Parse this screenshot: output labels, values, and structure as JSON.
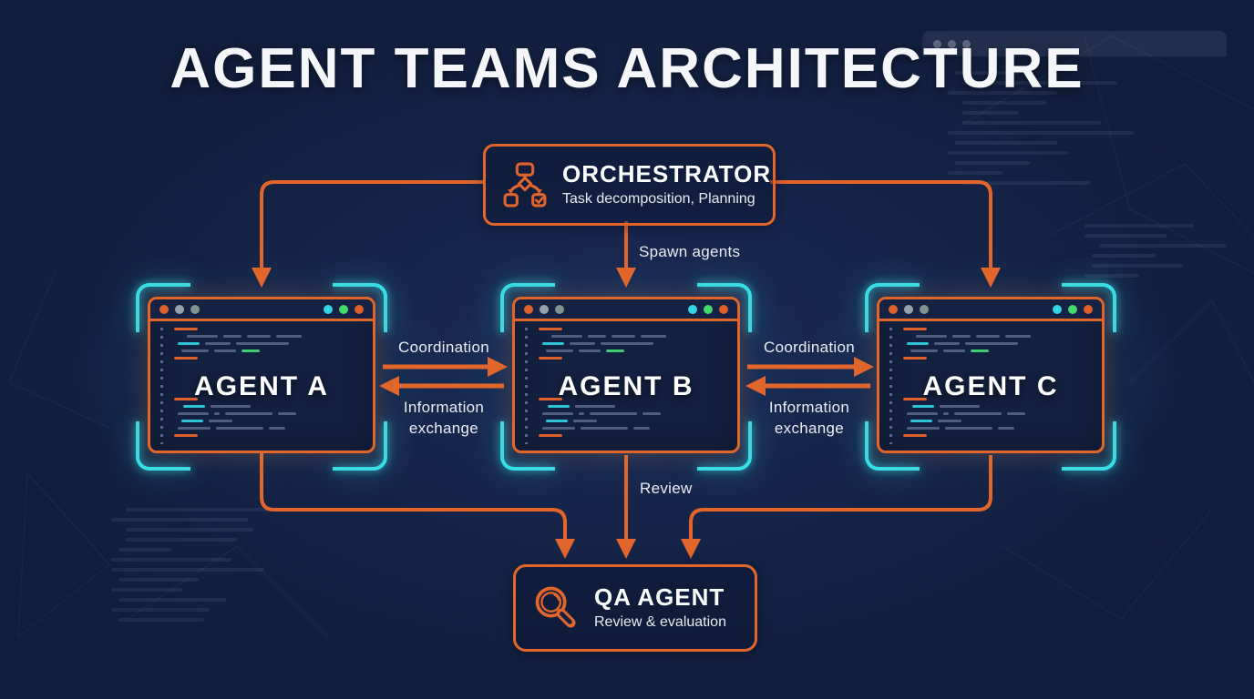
{
  "title": "AGENT TEAMS ARCHITECTURE",
  "orchestrator": {
    "name": "ORCHESTRATOR",
    "subtitle": "Task decomposition, Planning",
    "icon": "flowchart-icon"
  },
  "edges": {
    "spawn": "Spawn agents",
    "coordination": "Coordination",
    "information": "Information exchange",
    "review": "Review"
  },
  "agents": [
    {
      "name": "AGENT A"
    },
    {
      "name": "AGENT B"
    },
    {
      "name": "AGENT C"
    }
  ],
  "qa": {
    "name": "QA AGENT",
    "subtitle": "Review & evaluation",
    "icon": "magnifier-icon"
  },
  "colors": {
    "background": "#111E3C",
    "accent_orange": "#E2662C",
    "accent_cyan": "#37DFE8",
    "panel_fill": "#13203F",
    "text": "#EEF1F6",
    "code": {
      "o": "#DD5F2B",
      "g": "#4E5E7C",
      "c": "#2EC4D6",
      "n": "#3ECC6E"
    },
    "titlebar_dots_left": [
      "#DD5F2B",
      "#93A3A9",
      "#7E948C"
    ],
    "titlebar_dots_right": [
      "#35D5E5",
      "#43D96C",
      "#DD5F2B"
    ]
  },
  "window": {
    "code_top": [
      {
        "i": 0,
        "s": [
          [
            "o",
            26
          ]
        ]
      },
      {
        "i": 14,
        "s": [
          [
            "g",
            34
          ],
          [
            "g",
            20
          ],
          [
            "g",
            26
          ],
          [
            "g",
            28
          ]
        ]
      },
      {
        "i": 4,
        "s": [
          [
            "c",
            24
          ],
          [
            "g",
            28
          ],
          [
            "g",
            58
          ]
        ]
      },
      {
        "i": 8,
        "s": [
          [
            "g",
            30
          ],
          [
            "g",
            24
          ],
          [
            "n",
            20
          ]
        ]
      },
      {
        "i": 0,
        "s": [
          [
            "o",
            26
          ]
        ]
      }
    ],
    "code_bottom": [
      {
        "i": 0,
        "s": [
          [
            "o",
            26
          ]
        ]
      },
      {
        "i": 10,
        "s": [
          [
            "c",
            24
          ],
          [
            "g",
            44
          ]
        ]
      },
      {
        "i": 4,
        "s": [
          [
            "g",
            34
          ],
          [
            "g",
            6
          ],
          [
            "g",
            52
          ],
          [
            "g",
            20
          ]
        ]
      },
      {
        "i": 8,
        "s": [
          [
            "c",
            24
          ],
          [
            "g",
            26
          ]
        ]
      },
      {
        "i": 4,
        "s": [
          [
            "g",
            36
          ],
          [
            "g",
            52
          ],
          [
            "g",
            18
          ]
        ]
      },
      {
        "i": 0,
        "s": [
          [
            "o",
            26
          ]
        ]
      }
    ]
  }
}
